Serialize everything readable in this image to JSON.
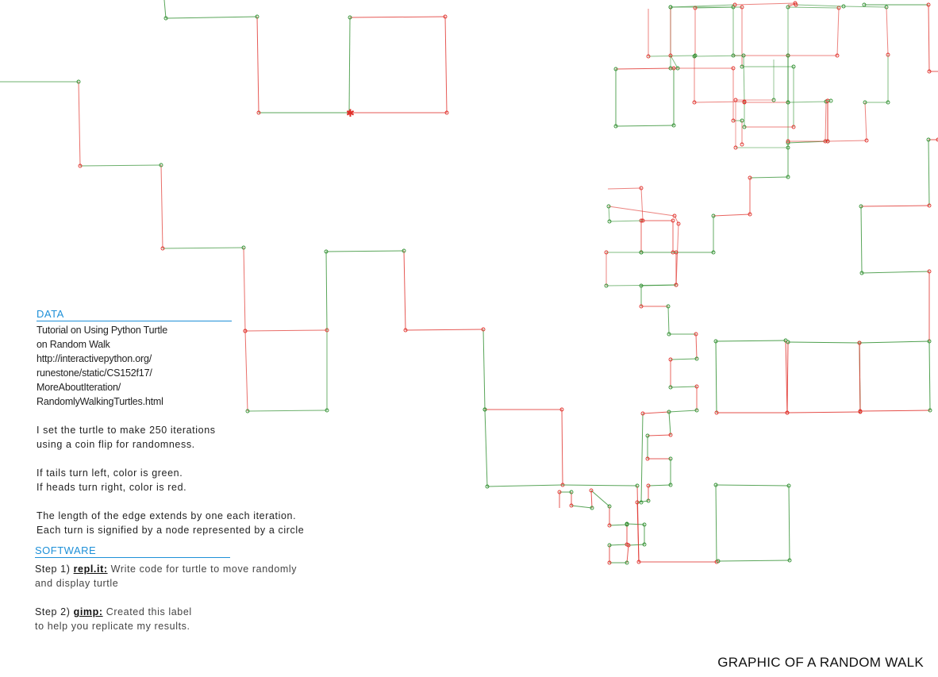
{
  "colors": {
    "left_turn": "#2f8f2f",
    "right_turn": "#e0302a",
    "heading": "#1e90d8"
  },
  "data_section": {
    "heading": "DATA",
    "source_lines": [
      "Tutorial on Using Python Turtle",
      "on Random Walk",
      "http://interactivepython.org/",
      "runestone/static/CS152f17/",
      "MoreAboutIteration/",
      "RandomlyWalkingTurtles.html"
    ],
    "iterations_lines": [
      "I set the turtle to make 250 iterations",
      "using a coin flip for randomness."
    ],
    "color_lines": [
      "If tails turn left, color is green.",
      "If heads turn right, color is red."
    ],
    "edge_lines": [
      "The length of the edge extends by one each iteration.",
      "Each turn is signified by a node represented by a circle"
    ]
  },
  "software_section": {
    "heading": "SOFTWARE",
    "step1_prefix": "Step 1)",
    "step1_tool": "repl.it:",
    "step1_text": "Write code for turtle to move randomly",
    "step1_text2": "and display turtle",
    "step2_prefix": "Step 2)",
    "step2_tool": "gimp:",
    "step2_text": "Created this label",
    "step2_text2": "to help you replicate my results."
  },
  "title": "GRAPHIC OF A RANDOM WALK"
}
